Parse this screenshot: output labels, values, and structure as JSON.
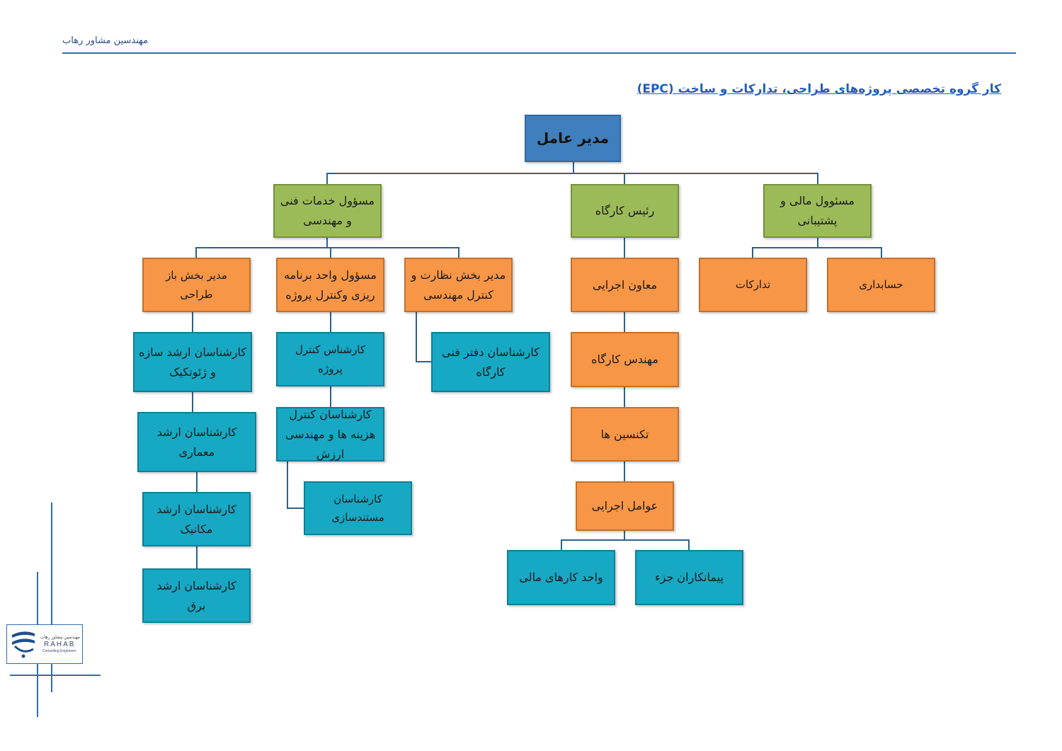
{
  "header": {
    "company": "مهندسین مشاور رهاب",
    "title": "کار گروه تخصصی پروژه‌های طراحی، تدارکات و ساخت (EPC)"
  },
  "org": {
    "ceo": "مدیر عامل",
    "tech_services": "مسؤول خدمات فنی و مهندسی",
    "site_chief": "رئیس کارگاه",
    "finance_support": "مسئوول مالی و پشتیبانی",
    "design_review_mgr": "مدیر بخش باز طراحی",
    "planning_control": "مسؤول واحد برنامه ریزی وکنترل پروژه",
    "supervision_mgr": "مدیر بخش نظارت و کنترل مهندسی",
    "exec_deputy": "معاون اجرایی",
    "procurement": "تدارکات",
    "accounting": "حسابداری",
    "sr_structural": "کارشناسان ارشد سازه و ژئوتکیک",
    "sr_architecture": "کارشناسان ارشد معماری",
    "sr_mechanical": "کارشناسان ارشد مکانیک",
    "sr_electrical": "کارشناسان ارشد برق",
    "project_control_expert": "کارشناس کنترل پروژه",
    "cost_control_experts": "کارشناسان کنترل هزینه ها و مهندسی ارزش",
    "documentation_experts": "کارشناسان مستندسازی",
    "site_office_experts": "کارشناسان دفتر فنی کارگاه",
    "site_engineer": "مهندس کارگاه",
    "technicians": "تکنسین ها",
    "exec_agents": "عوامل اجرایی",
    "finance_unit": "واحد کارهای مالی",
    "subcontractors": "پیمانکاران جزء"
  },
  "logo": {
    "fa": "مهندسین مشاور رهاب",
    "en": "RAHAB",
    "sub": "Consulting Engineers"
  },
  "colors": {
    "blue": "#3f7fbd",
    "green": "#9bbb59",
    "orange": "#f79646",
    "teal": "#17a8c4",
    "connector": "#2e6189"
  }
}
